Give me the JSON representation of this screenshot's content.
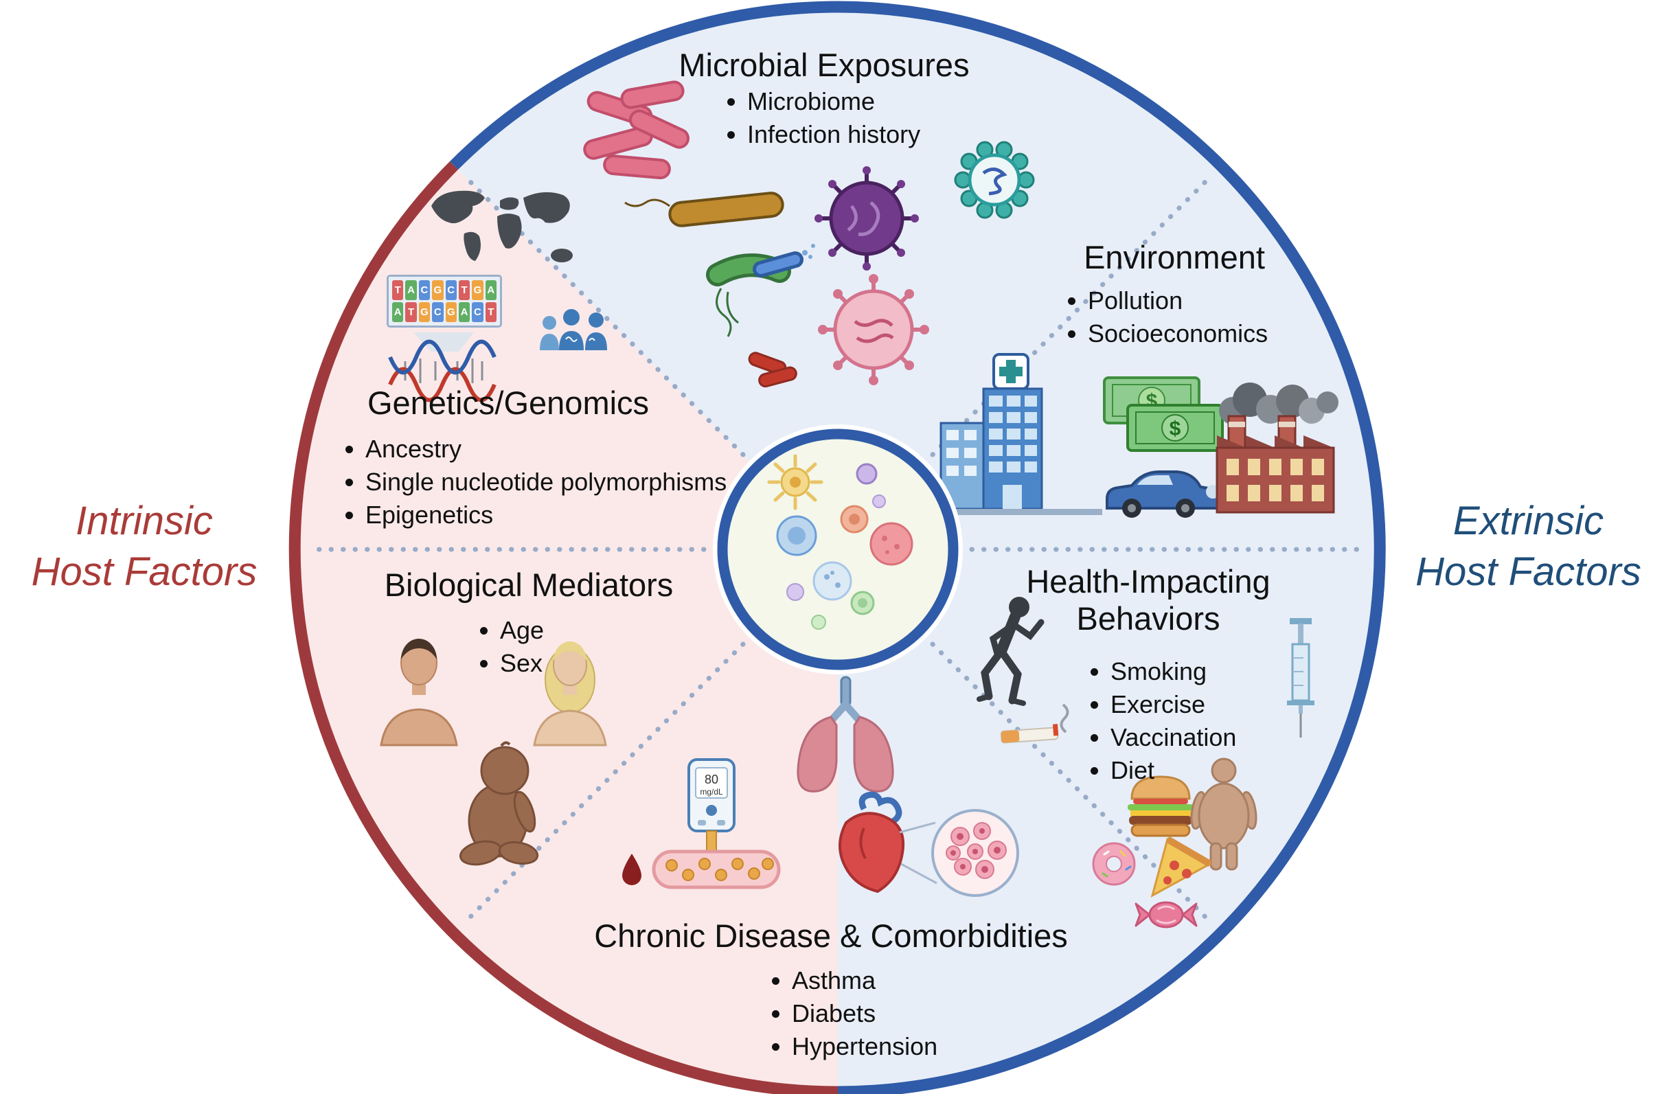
{
  "diagram": {
    "side_labels": {
      "left": {
        "line1": "Intrinsic",
        "line2": "Host Factors",
        "color": "#a93b38"
      },
      "right": {
        "line1": "Extrinsic",
        "line2": "Host Factors",
        "color": "#1f4e79"
      }
    },
    "sectors": [
      {
        "id": "microbial-exposures",
        "title": "Microbial Exposures",
        "bullets": [
          "Microbiome",
          "Infection history"
        ]
      },
      {
        "id": "environment",
        "title": "Environment",
        "bullets": [
          "Pollution",
          "Socioeconomics"
        ]
      },
      {
        "id": "health-impacting-behaviors",
        "title": "Health-Impacting Behaviors",
        "bullets": [
          "Smoking",
          "Exercise",
          "Vaccination",
          "Diet"
        ]
      },
      {
        "id": "chronic-disease-comorbidities",
        "title": "Chronic Disease & Comorbidities",
        "bullets": [
          "Asthma",
          "Diabets",
          "Hypertension"
        ]
      },
      {
        "id": "biological-mediators",
        "title": "Biological Mediators",
        "bullets": [
          "Age",
          "Sex"
        ]
      },
      {
        "id": "genetics-genomics",
        "title": "Genetics/Genomics",
        "bullets": [
          "Ancestry",
          "Single nucleotide polymorphisms",
          "Epigenetics"
        ]
      }
    ],
    "icons": {
      "currency": "$",
      "glucose_value": "80",
      "glucose_unit": "mg/dL",
      "list": [
        "bacteria-cluster",
        "rod-bacterium",
        "flagellated-bacterium",
        "blue-bacterium",
        "purple-virus",
        "teal-virus",
        "pink-virus",
        "red-bacteria",
        "hospital",
        "money",
        "car",
        "factory",
        "runner",
        "cigarette",
        "syringe",
        "burger",
        "overweight-person",
        "donut",
        "pizza",
        "candy",
        "lungs",
        "heart",
        "cell-inset",
        "glucose-meter",
        "blood-vessel",
        "blood-drop",
        "adult-male",
        "adult-female",
        "baby",
        "world-map",
        "sequence-alignment",
        "dna-helix",
        "population",
        "immune-cells"
      ]
    },
    "sequence": {
      "letters": [
        "T",
        "A",
        "C",
        "G",
        "C",
        "T",
        "G",
        "A",
        "A",
        "T",
        "G",
        "C",
        "G",
        "A",
        "C",
        "T"
      ]
    },
    "colors": {
      "intrinsic_fill": "#fbe9e9",
      "extrinsic_fill": "#e7eef8",
      "intrinsic_border": "#9e3a3d",
      "extrinsic_border": "#2f5ba8",
      "dotted_line": "#98abc8",
      "center_fill": "#f4f7ea"
    }
  }
}
